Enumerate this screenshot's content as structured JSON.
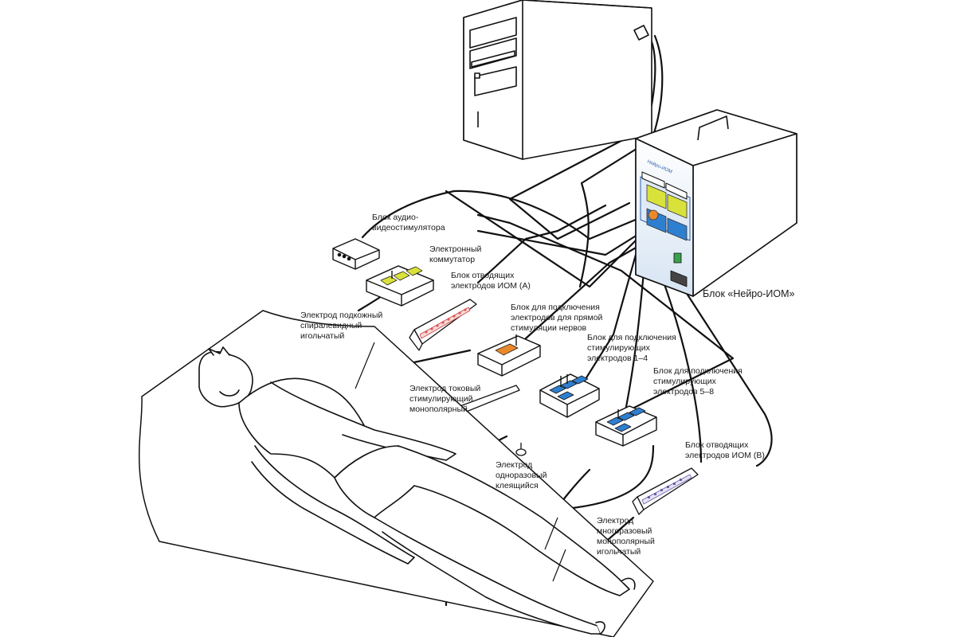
{
  "labels": {
    "audio_video": [
      "Блок аудио-",
      "видеостимулятора"
    ],
    "commutator": [
      "Электронный",
      "коммутатор"
    ],
    "block_iom_a": [
      "Блок отводящих",
      "электродов ИОМ (А)"
    ],
    "nerve_block": [
      "Блок для подключения",
      "электродов для прямой",
      "стимуляции нервов"
    ],
    "stim_1_4": [
      "Блок для подключения",
      "стимулирующих",
      "электродов 1–4"
    ],
    "stim_5_8": [
      "Блок для подключения",
      "стимулирующих",
      "электродов 5–8"
    ],
    "subdermal": [
      "Электрод подкожный",
      "спиралевидный",
      "игольчатый"
    ],
    "current_electrode": [
      "Электрод токовый",
      "стимулирующий",
      "монополярный"
    ],
    "disposable": [
      "Электрод",
      "одноразовый",
      "клеящийся"
    ],
    "block_iom_b": [
      "Блок отводящих",
      "электродов ИОМ (B)"
    ],
    "reusable": [
      "Электрод",
      "многоразовый",
      "монополярный",
      "игольчатый"
    ],
    "neuro_iom": "Блок «Нейро-ИОМ»"
  },
  "device_panel_text": "Нейро-ИОМ",
  "colors": {
    "line": "#111111",
    "panel_blue": "#2f7fd0",
    "panel_yellow": "#d9e23a",
    "connector_orange": "#e8892b",
    "device_light_blue": "#dfeaf6",
    "led_red": "#e05555"
  }
}
